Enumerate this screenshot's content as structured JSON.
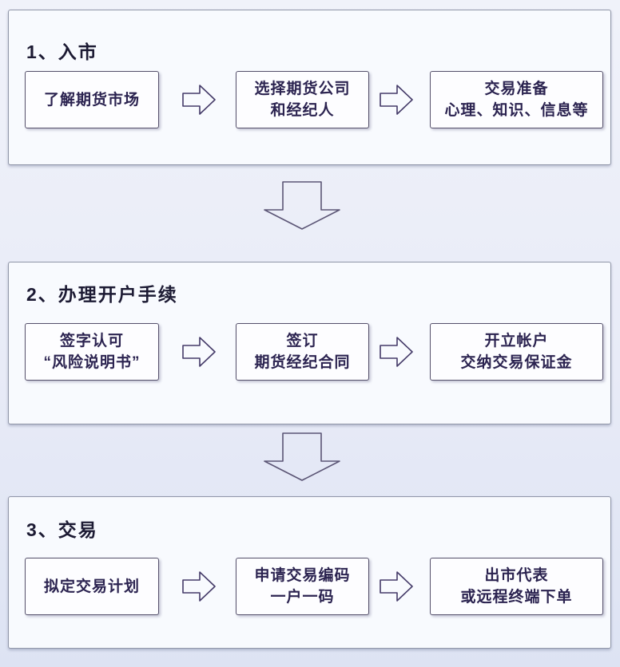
{
  "page": {
    "background_color": "#e8ebf7",
    "panel_background_color": "#f8fafe",
    "panel_border_color": "#9096a8",
    "box_background_color": "#fdfdff",
    "box_border_color": "#55506b",
    "box_text_color": "#2b2350",
    "title_text_color": "#1c1a33",
    "arrow_outline_color": "#443a68"
  },
  "flowchart": {
    "sections": [
      {
        "title": "1、入市",
        "boxes": [
          {
            "line1": "了解期货市场",
            "line2": ""
          },
          {
            "line1": "选择期货公司",
            "line2": "和经纪人"
          },
          {
            "line1": "交易准备",
            "line2": "心理、知识、信息等"
          }
        ]
      },
      {
        "title": "2、办理开户手续",
        "boxes": [
          {
            "line1": "签字认可",
            "line2": "“风险说明书”"
          },
          {
            "line1": "签订",
            "line2": "期货经纪合同"
          },
          {
            "line1": "开立帐户",
            "line2": "交纳交易保证金"
          }
        ]
      },
      {
        "title": "3、交易",
        "boxes": [
          {
            "line1": "拟定交易计划",
            "line2": ""
          },
          {
            "line1": "申请交易编码",
            "line2": "一户一码"
          },
          {
            "line1": "出市代表",
            "line2": "或远程终端下单"
          }
        ]
      }
    ],
    "icons": {
      "right_arrow": "right-arrow-icon",
      "down_arrow": "down-arrow-icon"
    }
  }
}
